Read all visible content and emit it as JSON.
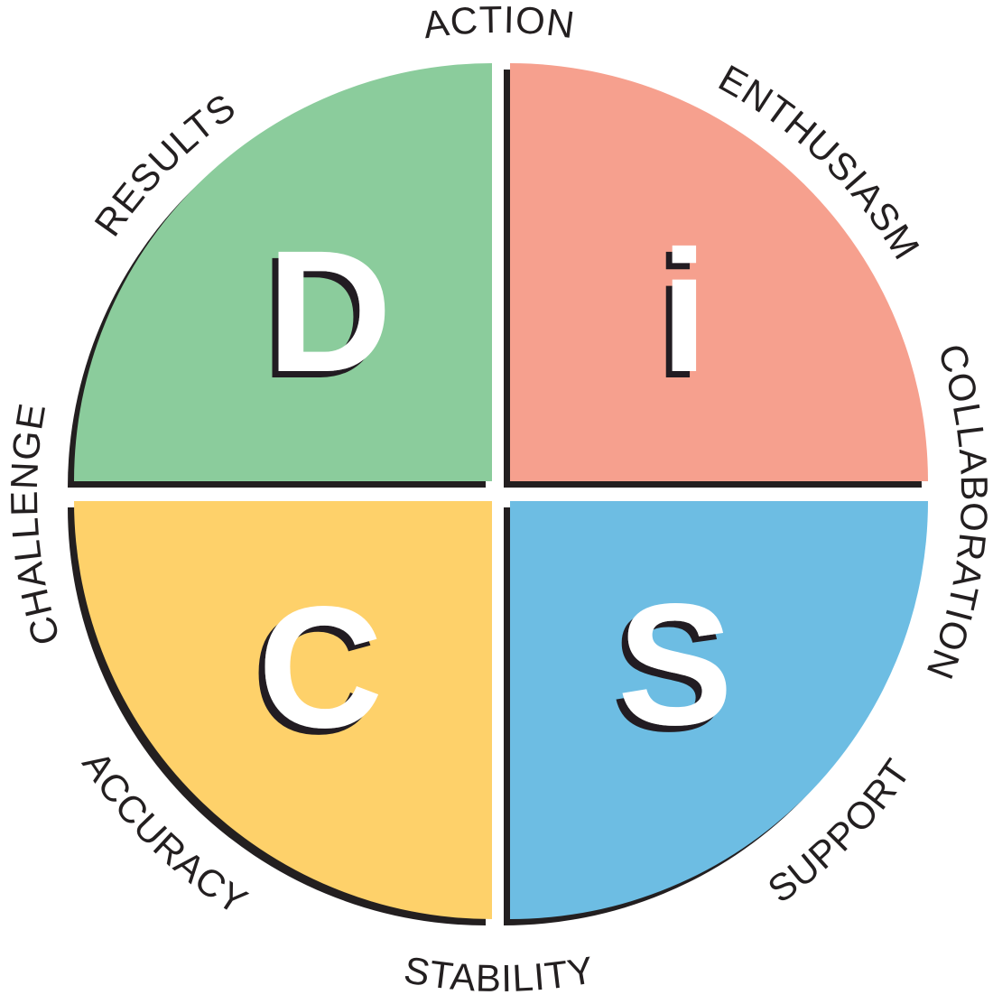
{
  "colors": {
    "D": "#8bcc9c",
    "i": "#f6a08e",
    "C": "#fed16a",
    "S": "#6dbde3",
    "shadow": "#231f20",
    "letter": "#ffffff"
  },
  "quadrants": {
    "D": {
      "letter": "D"
    },
    "i": {
      "letter": "i"
    },
    "C": {
      "letter": "C"
    },
    "S": {
      "letter": "S"
    }
  },
  "labels": {
    "action": "ACTION",
    "enthusiasm": "ENTHUSIASM",
    "collaboration": "COLLABORATION",
    "support": "SUPPORT",
    "stability": "STABILITY",
    "accuracy": "ACCURACY",
    "challenge": "CHALLENGE",
    "results": "RESULTS"
  }
}
